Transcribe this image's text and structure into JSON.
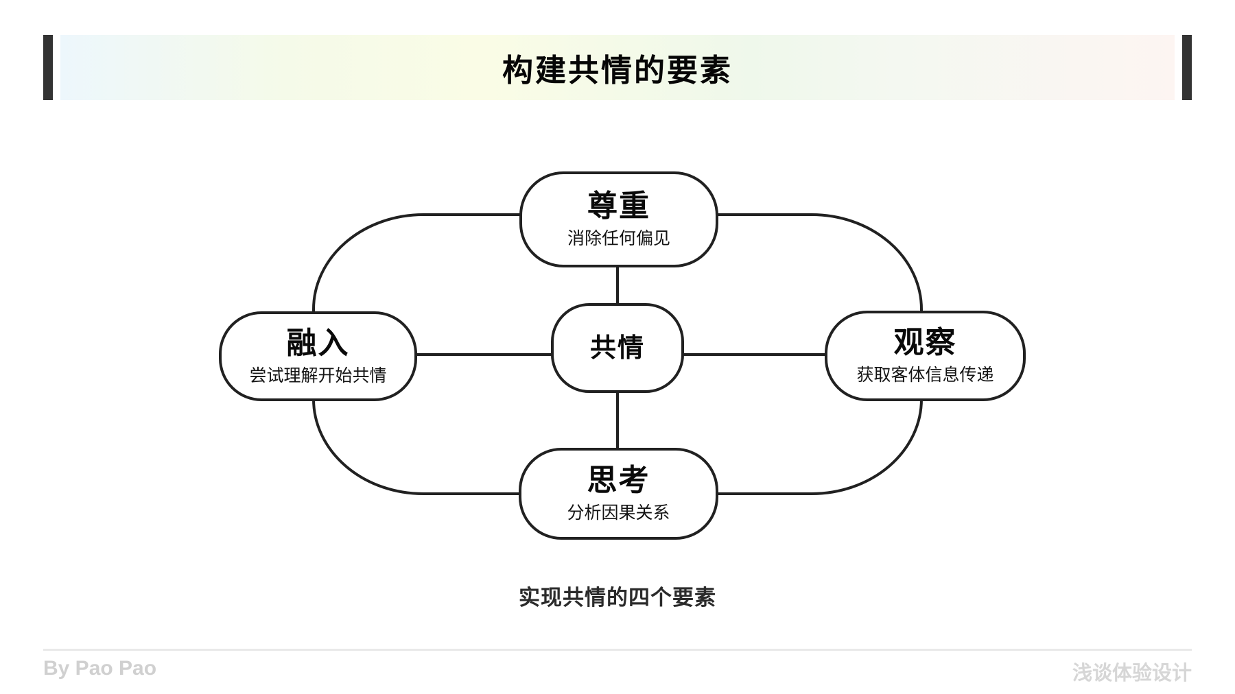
{
  "header": {
    "title": "构建共情的要素"
  },
  "diagram": {
    "nodes": {
      "center": {
        "title": "共情"
      },
      "top": {
        "title": "尊重",
        "subtitle": "消除任何偏见"
      },
      "left": {
        "title": "融入",
        "subtitle": "尝试理解开始共情"
      },
      "right": {
        "title": "观察",
        "subtitle": "获取客体信息传递"
      },
      "bottom": {
        "title": "思考",
        "subtitle": "分析因果关系"
      }
    },
    "caption": "实现共情的四个要素"
  },
  "footer": {
    "author": "By Pao Pao",
    "brand": "浅谈体验设计"
  },
  "colors": {
    "stroke": "#212121",
    "header_bar": "#333333",
    "header_gradient": [
      "#edf7fc",
      "#fafce6",
      "#eff8eb",
      "#fdf5f2"
    ],
    "caption_text": "#2b2b2b",
    "footer_text": "#d0d0d0",
    "divider": "#e9e9e9"
  }
}
